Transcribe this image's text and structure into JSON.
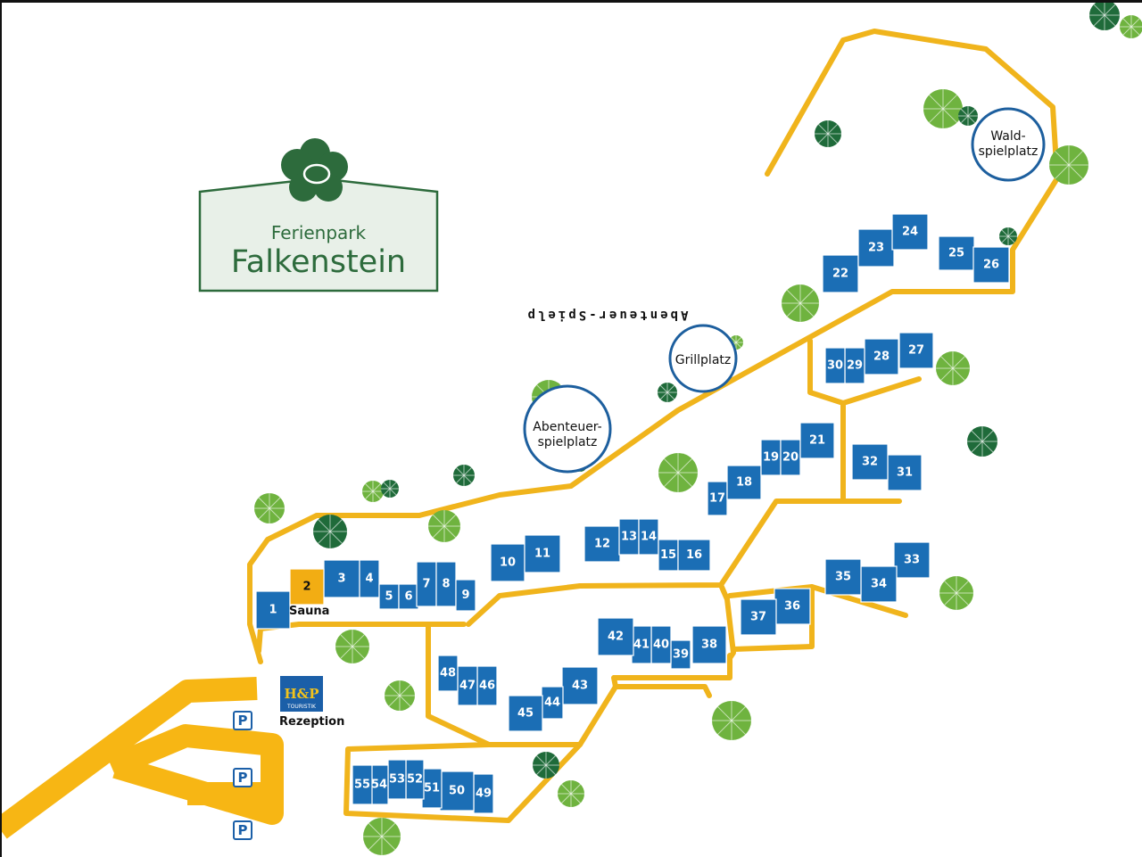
{
  "brand": {
    "line1": "Ferienpark",
    "line2": "Falkenstein",
    "color": "#2d6b3c"
  },
  "flipped_label": "Abenteuer-Spielp",
  "reception": {
    "logo_top": "H&P",
    "logo_bottom": "TOURISTIK",
    "label": "Rezeption"
  },
  "sauna": {
    "number": "2",
    "label": "Sauna"
  },
  "playgrounds": [
    {
      "name": "waldspielplatz",
      "lines": [
        "Wald-",
        "spielplatz"
      ]
    },
    {
      "name": "grillplatz",
      "lines": [
        "Grillplatz"
      ]
    },
    {
      "name": "abenteuerspielplatz",
      "lines": [
        "Abenteuer-",
        "spielplatz"
      ]
    }
  ],
  "parking": [
    "P",
    "P",
    "P"
  ],
  "houses": [
    "1",
    "3",
    "4",
    "5",
    "6",
    "7",
    "8",
    "9",
    "10",
    "11",
    "12",
    "13",
    "14",
    "15",
    "16",
    "17",
    "18",
    "19",
    "20",
    "21",
    "22",
    "23",
    "24",
    "25",
    "26",
    "27",
    "28",
    "29",
    "30",
    "31",
    "32",
    "33",
    "34",
    "35",
    "36",
    "37",
    "38",
    "39",
    "40",
    "41",
    "42",
    "43",
    "44",
    "45",
    "46",
    "47",
    "48",
    "49",
    "50",
    "51",
    "52",
    "53",
    "54",
    "55"
  ],
  "colors": {
    "house": "#1b6eb5",
    "sauna": "#f2ad13",
    "road": "#f0b41c",
    "tree_light": "#6fb33f",
    "tree_dark": "#1f6b3a"
  }
}
